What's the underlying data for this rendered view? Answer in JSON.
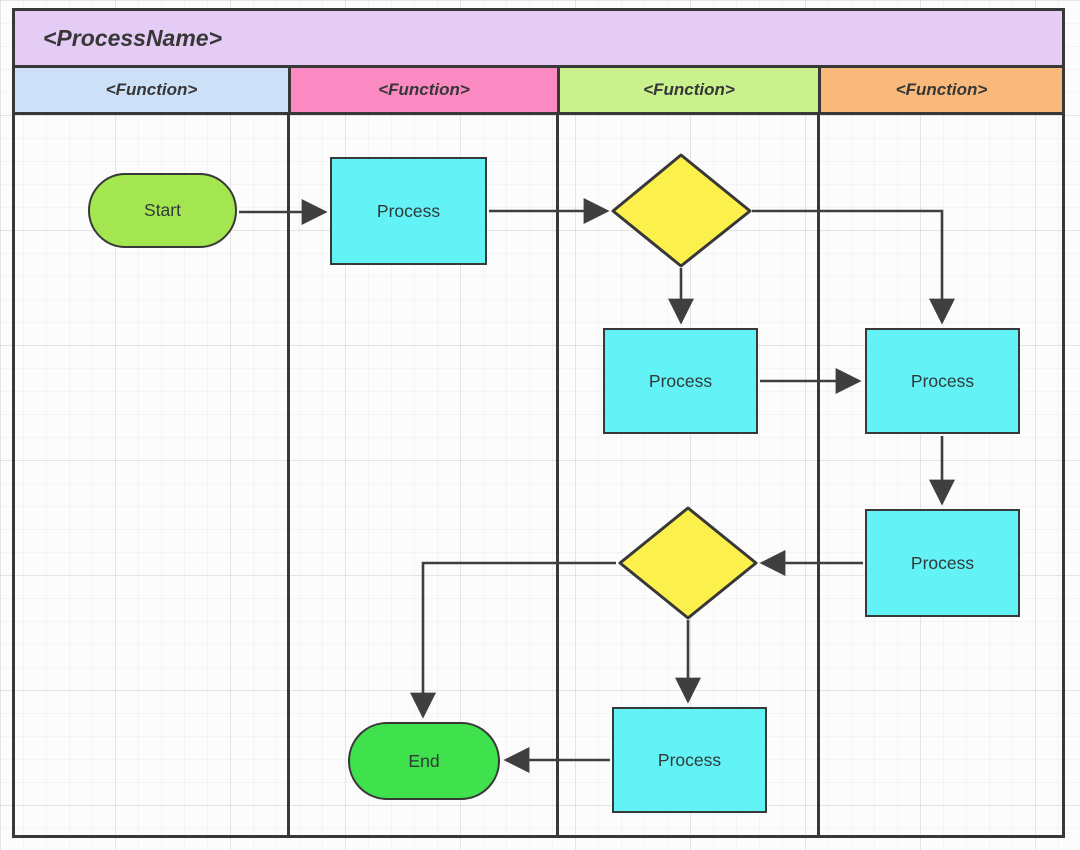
{
  "pool": {
    "title": "<ProcessName>",
    "lanes": [
      {
        "label": "<Function>"
      },
      {
        "label": "<Function>"
      },
      {
        "label": "<Function>"
      },
      {
        "label": "<Function>"
      }
    ]
  },
  "nodes": {
    "start": {
      "label": "Start",
      "type": "terminator"
    },
    "process1": {
      "label": "Process",
      "type": "process"
    },
    "decision1": {
      "label": "",
      "type": "decision"
    },
    "process2": {
      "label": "Process",
      "type": "process"
    },
    "process3": {
      "label": "Process",
      "type": "process"
    },
    "process4": {
      "label": "Process",
      "type": "process"
    },
    "decision2": {
      "label": "",
      "type": "decision"
    },
    "process5": {
      "label": "Process",
      "type": "process"
    },
    "end": {
      "label": "End",
      "type": "terminator"
    }
  },
  "colors": {
    "pool_title_bg": "#e5ccf5",
    "lane1_bg": "#cce0f8",
    "lane2_bg": "#fb8ac2",
    "lane3_bg": "#c9f18e",
    "lane4_bg": "#f9b97b",
    "terminator_start_bg": "#a3e650",
    "terminator_end_bg": "#3fe14d",
    "process_bg": "#63f2f5",
    "decision_bg": "#fcf04d",
    "stroke": "#383838",
    "connector": "#3f3f3f"
  }
}
